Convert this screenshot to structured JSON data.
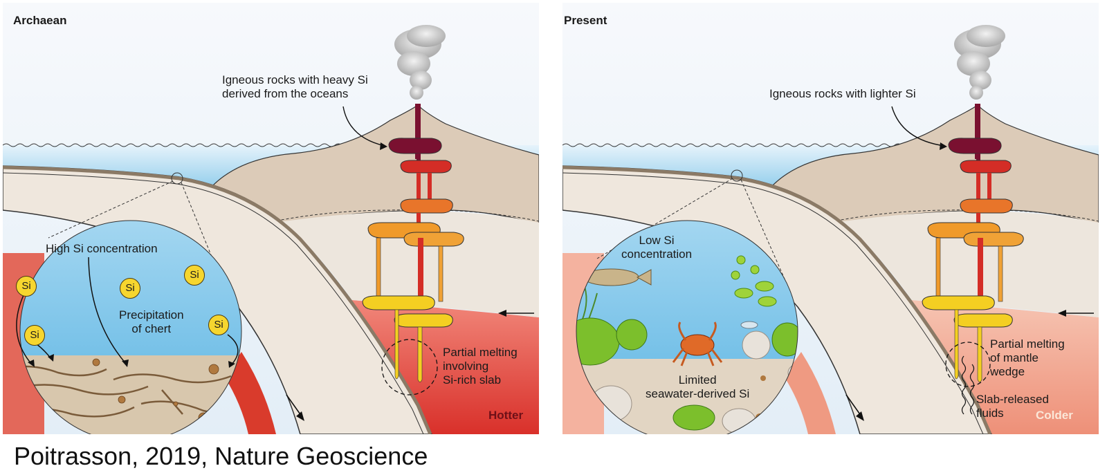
{
  "panels": {
    "archaean": {
      "title": "Archaean",
      "label_igneous": "Igneous rocks with heavy Si\nderived from the oceans",
      "label_concentration": "High Si concentration",
      "label_precipitation": "Precipitation\nof chert",
      "label_melting": "Partial melting\ninvolving\nSi-rich slab",
      "temperature": "Hotter",
      "si_badge": "Si"
    },
    "present": {
      "title": "Present",
      "label_igneous": "Igneous rocks with lighter Si",
      "label_concentration": "Low Si\nconcentration",
      "label_limited": "Limited\nseawater-derived Si",
      "label_melting": "Partial melting\nof mantle\nwedge",
      "label_fluids": "Slab-released\nfluids",
      "temperature": "Colder"
    }
  },
  "citation": "Poitrasson, 2019, Nature Geoscience",
  "colors": {
    "sky": "#eef3f9",
    "ocean": "#7cc3e6",
    "crust": "#dccbb8",
    "slab": "#efe6dc",
    "mantle_hot": "#d93b2c",
    "mantle_cold": "#f0a086",
    "magma_top": "#7a1030",
    "magma_red": "#d42d26",
    "magma_orange": "#e8752a",
    "magma_yellow": "#f4cf22",
    "si_badge": "#f6d62f",
    "hotter_text": "#6e1018",
    "colder_text": "#fbe7d8"
  }
}
